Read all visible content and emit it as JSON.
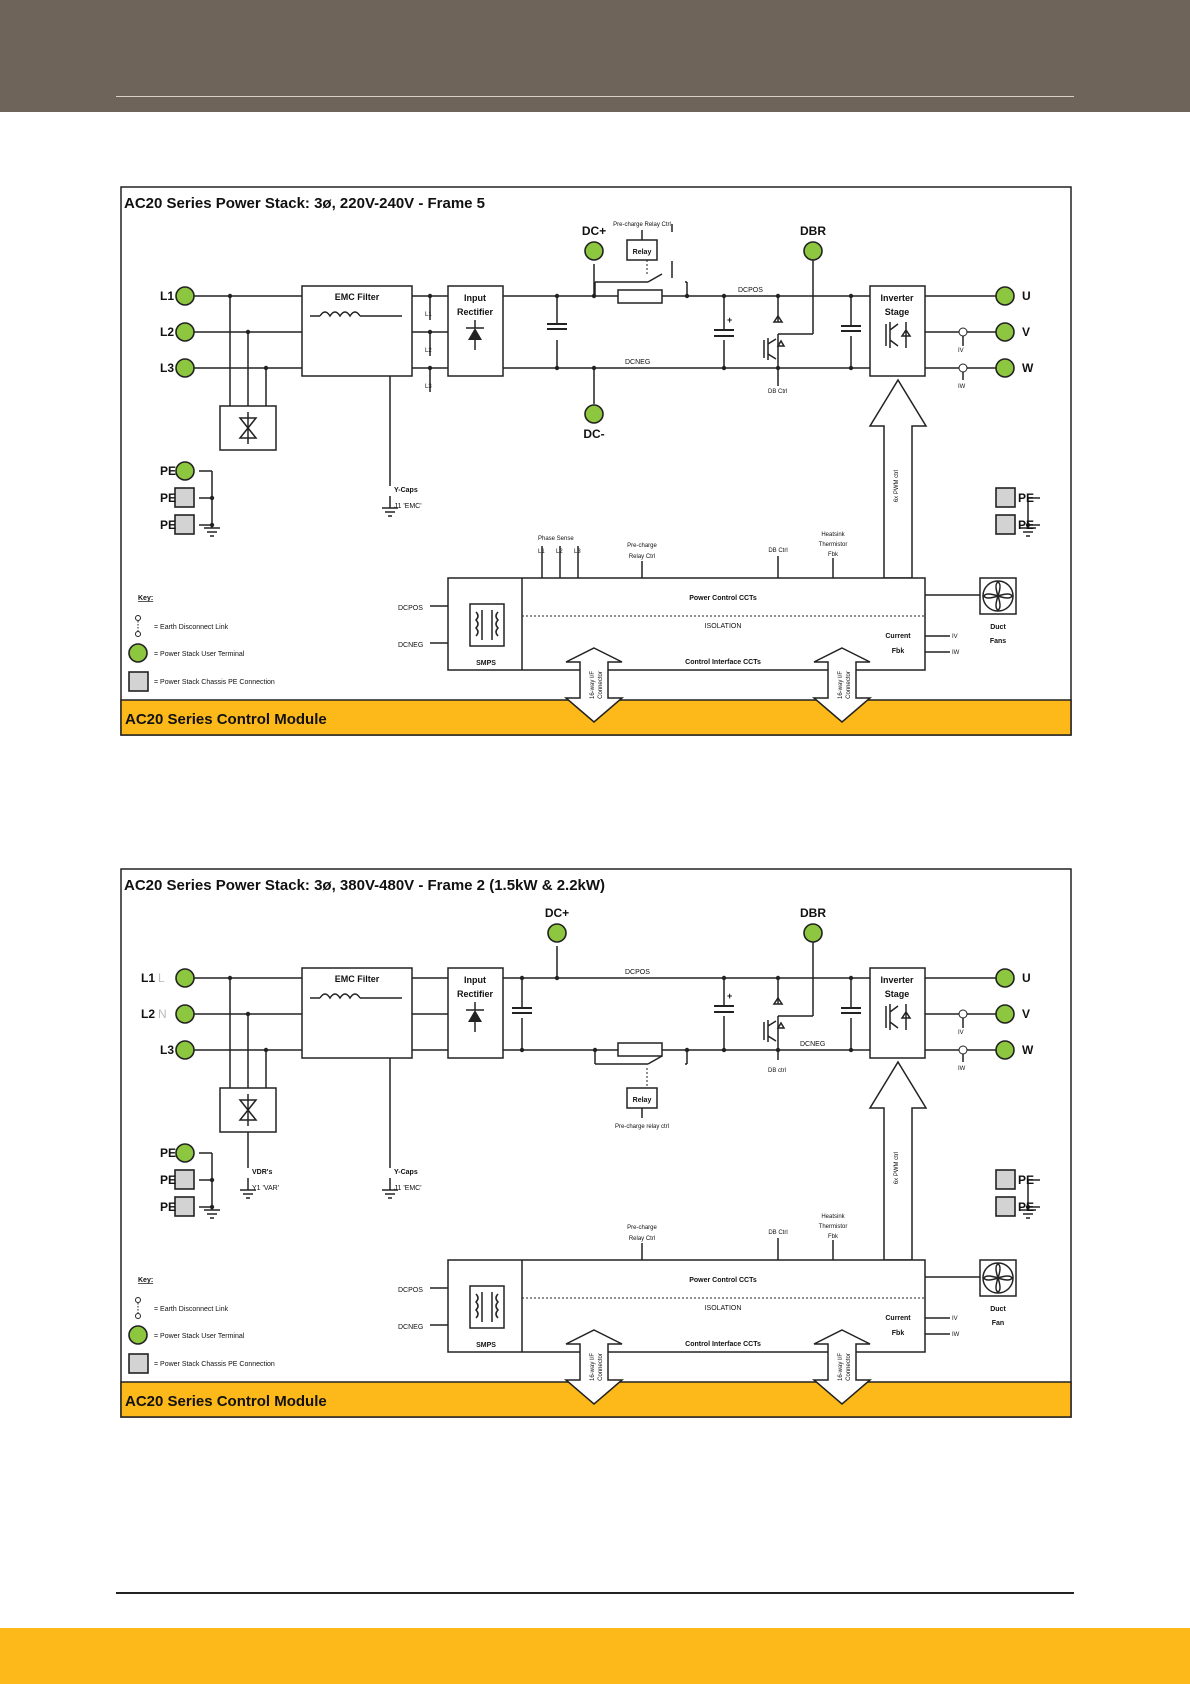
{
  "colors": {
    "header": "#6e645a",
    "footer": "#fcb919",
    "terminal": "#8dc63f",
    "pe_box": "#d3d3d3",
    "module_band": "#fcb919"
  },
  "diagram1": {
    "title": "AC20 Series Power Stack: 3ø, 220V-240V - Frame 5",
    "inputs": [
      "L1",
      "L2",
      "L3"
    ],
    "outputs": [
      "U",
      "V",
      "W"
    ],
    "pe": "PE",
    "dc_pos": "DC+",
    "dc_neg": "DC-",
    "dbr": "DBR",
    "emc_filter": "EMC Filter",
    "input_rect_1": "Input",
    "input_rect_2": "Rectifier",
    "inverter_1": "Inverter",
    "inverter_2": "Stage",
    "precharge_relay_ctrl": "Pre-charge Relay Ctrl",
    "relay": "Relay",
    "dcpos": "DCPOS",
    "dcneg": "DCNEG",
    "db_ctrl": "DB Ctrl",
    "iv": "IV",
    "iw": "IW",
    "ycaps": "Y-Caps",
    "j1": "J1 'EMC'",
    "pwm": "6x PWM ctrl",
    "phase_sense": "Phase Sense",
    "sense_l1": "L1",
    "sense_l2": "L2",
    "sense_l3": "L3",
    "prech_1": "Pre-charge",
    "prech_2": "Relay Ctrl",
    "dbctrl_small": "DB Ctrl",
    "hs_1": "Heatsink",
    "hs_2": "Thermistor",
    "hs_3": "Fbk",
    "key": "Key:",
    "key_link": "= Earth Disconnect Link",
    "key_term": "= Power Stack User Terminal",
    "key_pe": "= Power Stack Chassis PE Connection",
    "smps_dcpos": "DCPOS",
    "smps_dcneg": "DCNEG",
    "smps": "SMPS",
    "power_ccts": "Power Control CCTs",
    "isolation": "ISOLATION",
    "iface_ccts": "Control Interface CCTs",
    "current_1": "Current",
    "current_2": "Fbk",
    "duct_1": "Duct",
    "duct_2": "Fans",
    "conn_1": "16-way I/F",
    "conn_2": "Connector",
    "module": "AC20 Series Control Module"
  },
  "diagram2": {
    "title": "AC20 Series Power Stack: 3ø, 380V-480V - Frame 2 (1.5kW & 2.2kW)",
    "inputs": [
      "L1",
      "L2",
      "L3"
    ],
    "input_alt": [
      "L",
      "N"
    ],
    "outputs": [
      "U",
      "V",
      "W"
    ],
    "pe": "PE",
    "dc_pos": "DC+",
    "dbr": "DBR",
    "emc_filter": "EMC Filter",
    "input_rect_1": "Input",
    "input_rect_2": "Rectifier",
    "inverter_1": "Inverter",
    "inverter_2": "Stage",
    "dcpos": "DCPOS",
    "dcneg": "DCNEG",
    "relay": "Relay",
    "precharge_relay_ctrl": "Pre-charge relay ctrl",
    "db_ctrl": "DB ctrl",
    "iv": "IV",
    "iw": "IW",
    "vdrs": "VDR's",
    "y1": "Y1 'VAR'",
    "ycaps": "Y-Caps",
    "j1": "J1 'EMC'",
    "pwm": "6x PWM ctrl",
    "prech_1": "Pre-charge",
    "prech_2": "Relay Ctrl",
    "dbctrl_small": "DB Ctrl",
    "hs_1": "Heatsink",
    "hs_2": "Thermistor",
    "hs_3": "Fbk",
    "key": "Key:",
    "key_link": "= Earth Disconnect Link",
    "key_term": "= Power Stack User Terminal",
    "key_pe": "= Power Stack Chassis PE Connection",
    "smps_dcpos": "DCPOS",
    "smps_dcneg": "DCNEG",
    "smps": "SMPS",
    "power_ccts": "Power Control CCTs",
    "isolation": "ISOLATION",
    "iface_ccts": "Control Interface CCTs",
    "current_1": "Current",
    "current_2": "Fbk",
    "duct_1": "Duct",
    "duct_2": "Fan",
    "conn_1": "16-way I/F",
    "conn_2": "Connector",
    "module": "AC20 Series Control Module"
  }
}
